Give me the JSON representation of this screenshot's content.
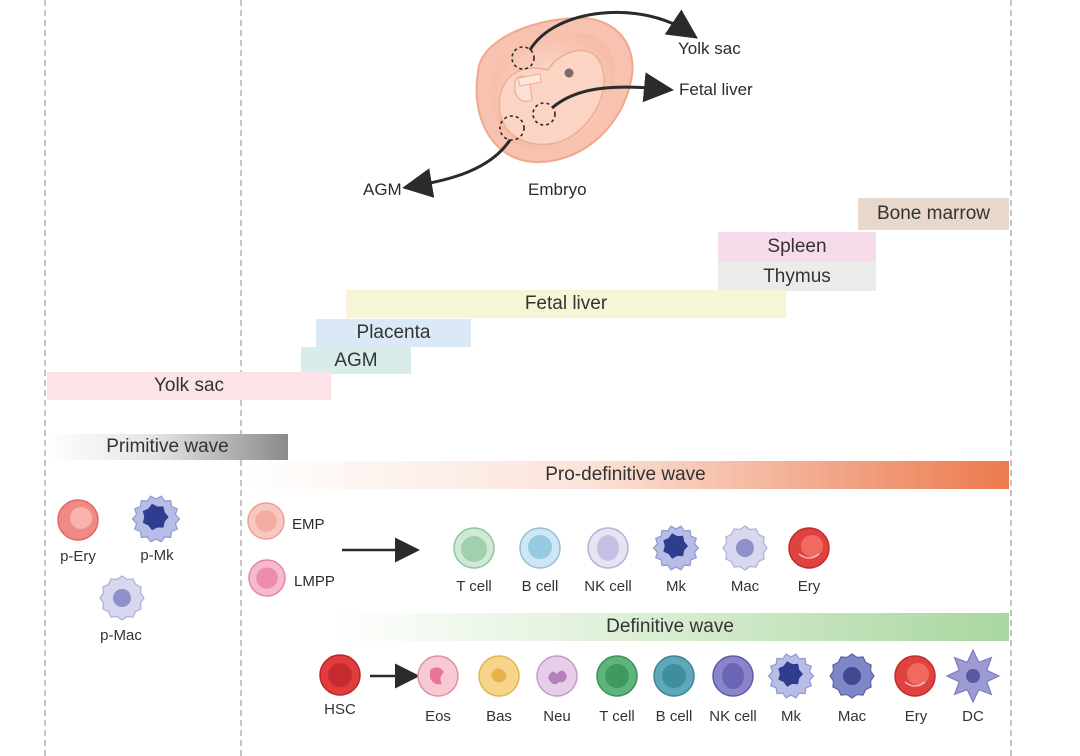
{
  "embryo": {
    "label": "Embryo",
    "sites": [
      "Yolk sac",
      "Fetal liver",
      "AGM"
    ]
  },
  "timeline": {
    "bone_marrow": "Bone marrow",
    "spleen": "Spleen",
    "thymus": "Thymus",
    "fetal_liver": "Fetal liver",
    "placenta": "Placenta",
    "agm": "AGM",
    "yolk_sac": "Yolk sac"
  },
  "waves": {
    "primitive": "Primitive wave",
    "pro_definitive": "Pro-definitive wave",
    "definitive": "Definitive wave"
  },
  "primitive_cells": [
    "p-Ery",
    "p-Mk",
    "p-Mac"
  ],
  "pro_definitive": {
    "progenitors": [
      "EMP",
      "LMPP"
    ],
    "outputs": [
      "T cell",
      "B cell",
      "NK cell",
      "Mk",
      "Mac",
      "Ery"
    ]
  },
  "definitive": {
    "progenitor": "HSC",
    "outputs": [
      "Eos",
      "Bas",
      "Neu",
      "T cell",
      "B cell",
      "NK cell",
      "Mk",
      "Mac",
      "Ery",
      "DC"
    ]
  },
  "colors": {
    "yolk_sac_bar": "#fbe3e8",
    "agm_bar": "#d8ecea",
    "placenta_bar": "#dbe9f6",
    "fetal_liver_bar": "#f7f5d6",
    "thymus_bar": "#ebebeb",
    "spleen_bar": "#f6dcea",
    "bone_marrow_bar": "#e8d8cc",
    "primitive_wave_end": "#8a8a8a",
    "pro_definitive_end": "#ec7a4e",
    "definitive_end": "#a9d6a0"
  }
}
